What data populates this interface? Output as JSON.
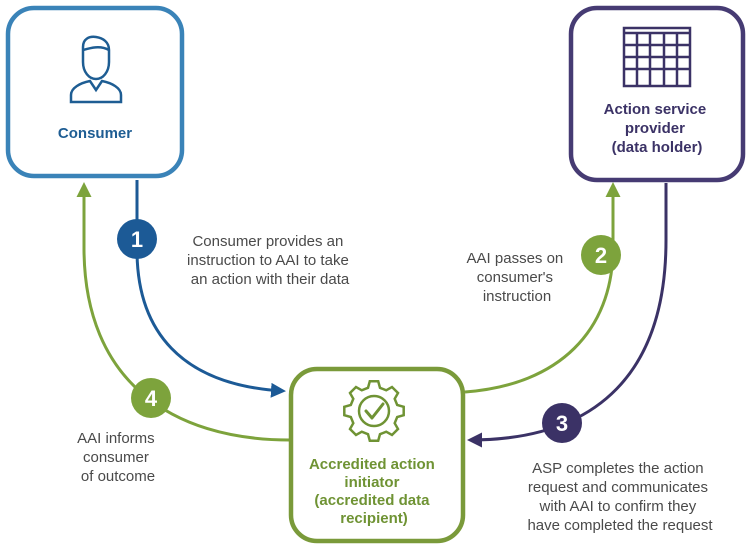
{
  "colors": {
    "consumer": "#3a83b8",
    "consumer_text": "#1e5d93",
    "provider": "#463b73",
    "initiator": "#7a9a3a",
    "initiator_text": "#6f9334",
    "blue_step": "#1c5a96",
    "green_step": "#7da33c",
    "purple_step": "#3b3266",
    "annotation": "#4a4a4a"
  },
  "icons": {
    "consumer": "person-icon",
    "provider": "building-icon",
    "initiator": "gear-check-icon"
  },
  "nodes": {
    "consumer": {
      "title_lines": [
        "Consumer"
      ]
    },
    "provider": {
      "title_lines": [
        "Action service",
        "provider",
        "(data holder)"
      ]
    },
    "initiator": {
      "title_lines": [
        "Accredited action",
        "initiator",
        "(accredited data",
        "recipient)"
      ]
    }
  },
  "steps": [
    {
      "number": "1",
      "text_lines": [
        "Consumer provides an",
        "instruction to AAI to take",
        "an action with their data"
      ]
    },
    {
      "number": "2",
      "text_lines": [
        "AAI passes on",
        "consumer's",
        "instruction"
      ]
    },
    {
      "number": "3",
      "text_lines": [
        "ASP completes the action",
        "request and communicates",
        "with AAI to confirm they",
        "have completed the request"
      ]
    },
    {
      "number": "4",
      "text_lines": [
        "AAI informs",
        "consumer",
        "of outcome"
      ]
    }
  ]
}
